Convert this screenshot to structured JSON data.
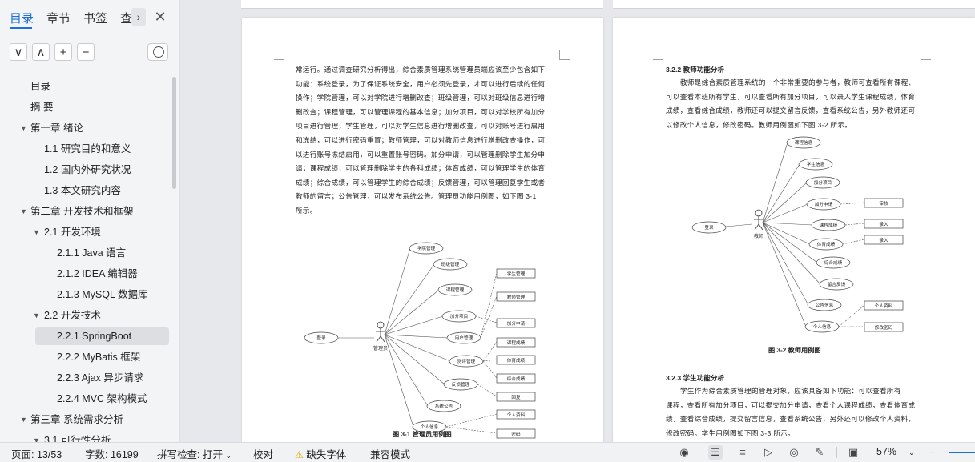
{
  "sidebar": {
    "tabs": [
      "目录",
      "章节",
      "书签",
      "查"
    ],
    "toc": [
      {
        "label": "目录",
        "level": 0,
        "caret": ""
      },
      {
        "label": "摘  要",
        "level": 0,
        "caret": ""
      },
      {
        "label": "第一章  绪论",
        "level": 0,
        "caret": "▼"
      },
      {
        "label": "1.1  研究目的和意义",
        "level": 1,
        "caret": ""
      },
      {
        "label": "1.2  国内外研究状况",
        "level": 1,
        "caret": ""
      },
      {
        "label": "1.3  本文研究内容",
        "level": 1,
        "caret": ""
      },
      {
        "label": "第二章  开发技术和框架",
        "level": 0,
        "caret": "▼"
      },
      {
        "label": "2.1  开发环境",
        "level": 1,
        "caret": "▼"
      },
      {
        "label": "2.1.1 Java 语言",
        "level": 2,
        "caret": ""
      },
      {
        "label": "2.1.2 IDEA 编辑器",
        "level": 2,
        "caret": ""
      },
      {
        "label": "2.1.3 MySQL 数据库",
        "level": 2,
        "caret": ""
      },
      {
        "label": "2.2  开发技术",
        "level": 1,
        "caret": "▼"
      },
      {
        "label": "2.2.1 SpringBoot",
        "level": 2,
        "caret": "",
        "selected": true
      },
      {
        "label": "2.2.2 MyBatis 框架",
        "level": 2,
        "caret": ""
      },
      {
        "label": "2.2.3 Ajax 异步请求",
        "level": 2,
        "caret": ""
      },
      {
        "label": "2.2.4 MVC 架构模式",
        "level": 2,
        "caret": ""
      },
      {
        "label": "第三章  系统需求分析",
        "level": 0,
        "caret": "▼"
      },
      {
        "label": "3.1  可行性分析",
        "level": 1,
        "caret": "▼"
      }
    ]
  },
  "page_left": {
    "paragraph": [
      "常运行。通过调查研究分析得出，综合素质管理系统管理员端应该至少包含如下",
      "功能：系统登录，为了保证系统安全，用户必须先登录，才可以进行后续的任何",
      "操作；学院管理，可以对学院进行增删改查；班级管理，可以对班级信息进行增",
      "删改查；课程管理，可以管理课程的基本信息；加分项目，可以对学校所有加分",
      "项目进行管理；学生管理，可以对学生信息进行增删改查，可以对账号进行启用",
      "和冻结，可以进行密码重置；教师管理，可以对教师信息进行增删改查操作，可",
      "以进行账号冻结启用，可以重置账号密码。加分申请，可以管理删除学生加分申",
      "请；课程成绩，可以管理删除学生的各科成绩；体育成绩，可以管理学生的体育",
      "成绩；综合成绩，可以管理学生的综合成绩；反馈管理，可以管理回复学生或者",
      "教师的留言；公告管理，可以发布系统公告。管理员功能用例图，如下图 3-1",
      "所示。"
    ],
    "actor": "管理员",
    "login": "登录",
    "usecases": [
      "学院管理",
      "班级管理",
      "课程管理",
      "加分项目",
      "用户管理",
      "测评管理",
      "反馈管理",
      "系统公告",
      "个人信息"
    ],
    "subcases": [
      "学生管理",
      "教师管理",
      "加分申请",
      "课程成绩",
      "体育成绩",
      "综合成绩",
      "回复",
      "个人资料",
      "密码"
    ],
    "caption": "图 3-1  管理员用例图"
  },
  "page_right": {
    "heading1": "3.2.2 教师功能分析",
    "paragraph1": [
      "教师是综合素质管理系统的一个非常重要的参与者，教师可查看所有课程、",
      "可以查看本班所有学生，可以查看所有加分项目，可以录入学生课程成绩，体育",
      "成绩，查看综合成绩，教师还可以提交留言反馈，查看系统公告，另外教师还可",
      "以修改个人信息，修改密码。教师用例图如下图 3-2 所示。"
    ],
    "actor": "教师",
    "login": "登录",
    "usecases": [
      "课程信息",
      "学生信息",
      "加分项目",
      "加分申请",
      "课程成绩",
      "体育成绩",
      "综合成绩",
      "留言反馈",
      "公告信息",
      "个人信息"
    ],
    "subcases": [
      "审核",
      "录入",
      "录入",
      "个人资料",
      "修改密码"
    ],
    "caption": "图 3-2  教师用例图",
    "heading2": "3.2.3 学生功能分析",
    "paragraph2": [
      "学生作为综合素质管理的管理对象，应该具备如下功能：可以查看所有",
      "课程，查看所有加分项目，可以提交加分申请，查看个人课程成绩，查看体育成",
      "绩，查看综合成绩，提交留言信息，查看系统公告，另外还可以修改个人资料，",
      "修改密码。学生用例图如下图 3-3 所示。"
    ]
  },
  "statusbar": {
    "page": "页面: 13/53",
    "words": "字数: 16199",
    "spell": "拼写检查: 打开",
    "proof": "校对",
    "missing_font": "缺失字体",
    "compat": "兼容模式",
    "zoom": "57%"
  },
  "colors": {
    "accent": "#1e6fd9",
    "warning": "#e2a400"
  }
}
